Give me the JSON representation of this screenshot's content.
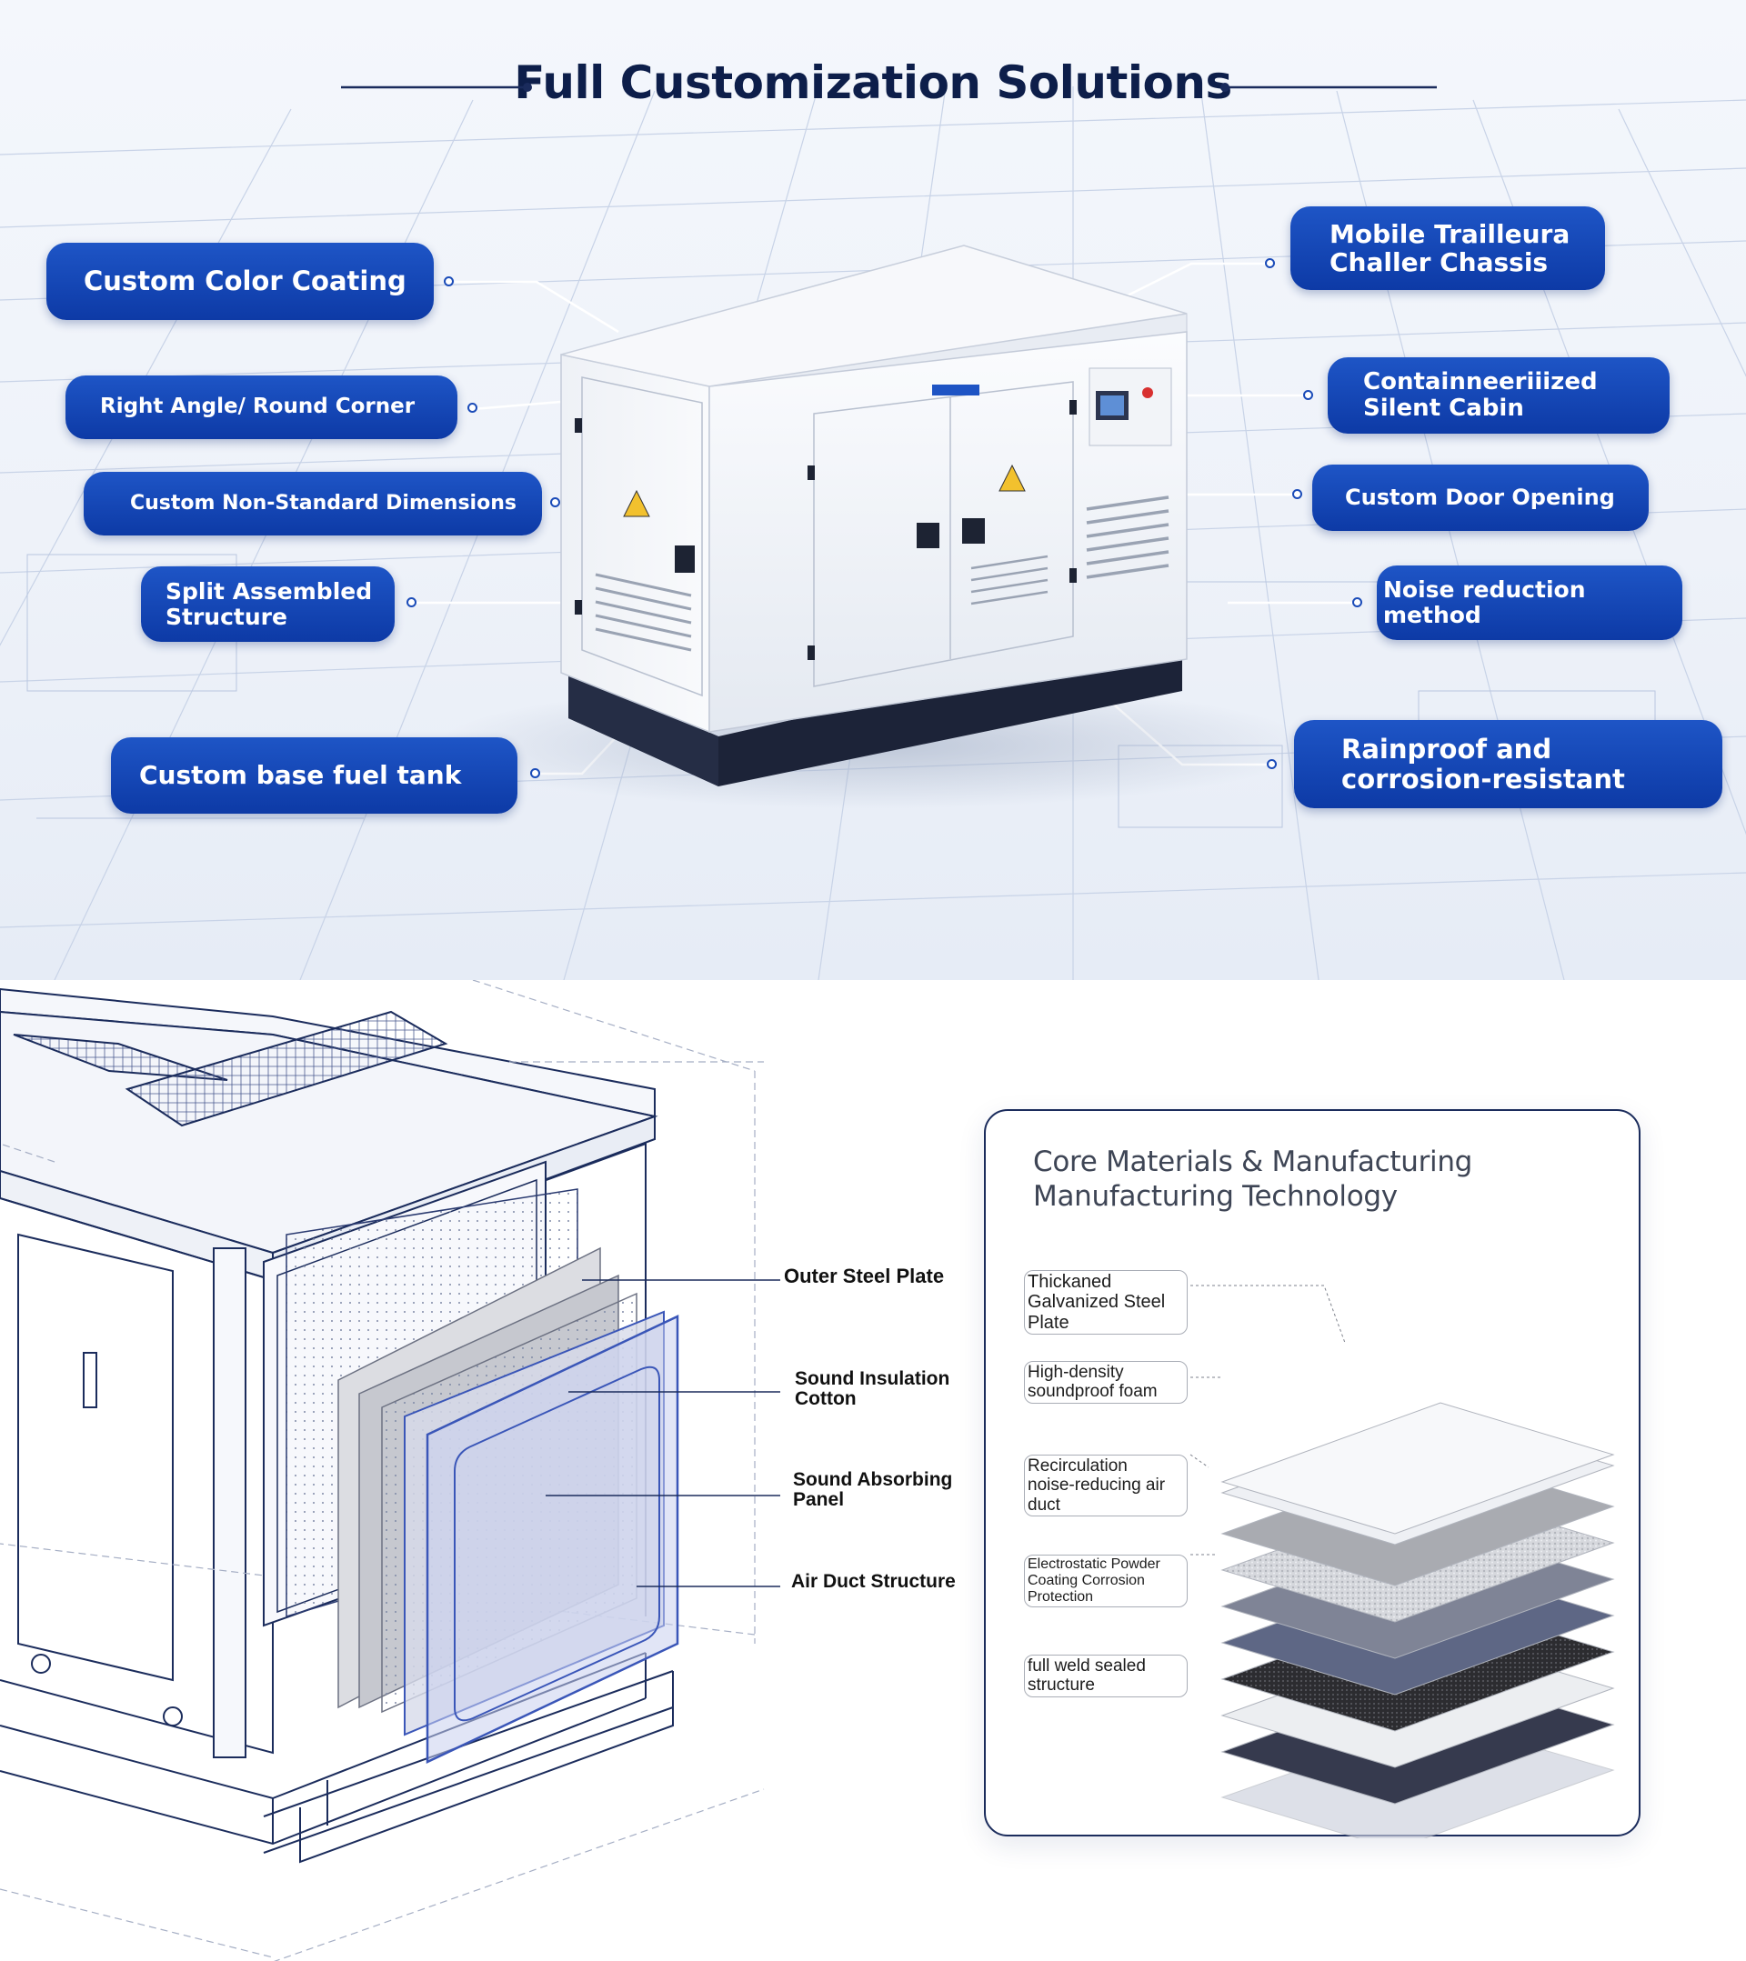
{
  "header": {
    "title": "Full Customization Solutions"
  },
  "colors": {
    "navy": "#0d1e4a",
    "pill_blue": "#1449b8",
    "line_blue": "#1b2c5c",
    "accent_blue": "#3a56b8"
  },
  "callouts": {
    "left": [
      {
        "label": "Custom Color Coating"
      },
      {
        "label": "Right Angle/ Round Corner"
      },
      {
        "label": "Custom Non-Standard Dimensions"
      },
      {
        "label": "Split Assembled\nStructure"
      },
      {
        "label": "Custom base fuel tank"
      }
    ],
    "right": [
      {
        "label": "Mobile Trailleura\nChaller Chassis"
      },
      {
        "label": "Containneeriiized\nSilent Cabin"
      },
      {
        "label": "Custom Door Opening"
      },
      {
        "label": "Noise reduction method"
      },
      {
        "label": "Rainproof and\ncorrosion-resistant"
      }
    ]
  },
  "exploded_view": {
    "labels": [
      {
        "label": "Outer Steel Plate"
      },
      {
        "label": "Sound Insulation\nCotton"
      },
      {
        "label": "Sound Absorbing\nPanel"
      },
      {
        "label": "Air Duct Structure"
      }
    ]
  },
  "materials_card": {
    "title": "Core Materials & Manufacturing\nManufacturing Technology",
    "items": [
      {
        "label": "Thickaned\nGalvanized Steel Plate"
      },
      {
        "label": "High-density\nsoundproof foam"
      },
      {
        "label": "Recirculation\nnoise-reducing air duct"
      },
      {
        "label": "Electrostatic Powder\nCoating Corrosion Protection"
      },
      {
        "label": "full weld sealed\nstructure"
      }
    ]
  }
}
